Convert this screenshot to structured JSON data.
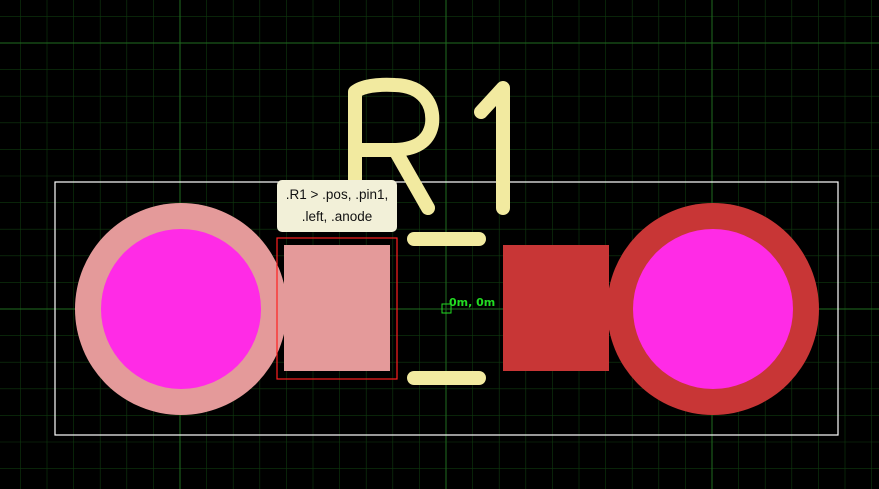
{
  "canvas": {
    "background_color": "#000000",
    "grid_color_minor": "#0f3a0f",
    "grid_color_major": "#1f6b1f"
  },
  "component": {
    "designator": "R1",
    "silkscreen_color": "#f2eaa0",
    "courtyard_color": "#ffffff"
  },
  "pads": {
    "left": {
      "ring_color": "#e49a9a",
      "hole_color": "#ff2be6",
      "smd_color": "#e49a9a"
    },
    "right": {
      "ring_color": "#c83636",
      "hole_color": "#ff2be6",
      "smd_color": "#c83636"
    }
  },
  "selection": {
    "outline_color": "#ff2020"
  },
  "tooltip": {
    "line1": ".R1 > .pos, .pin1,",
    "line2": ".left, .anode"
  },
  "origin": {
    "label": "0m, 0m",
    "color": "#22dd22"
  }
}
